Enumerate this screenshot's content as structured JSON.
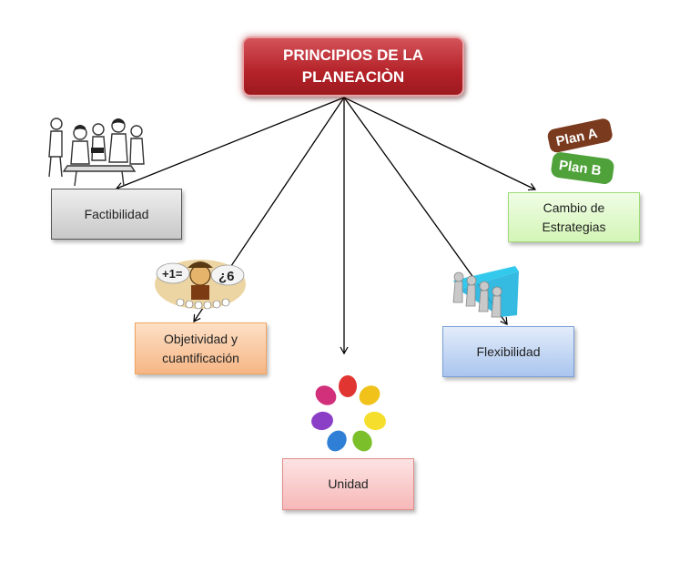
{
  "root": {
    "line1": "PRINCIPIOS DE LA",
    "line2": "PLANEACIÒN"
  },
  "nodes": {
    "factibilidad": {
      "label": "Factibilidad"
    },
    "objetividad": {
      "line1": "Objetividad y",
      "line2": "cuantificación"
    },
    "unidad": {
      "label": "Unidad"
    },
    "flexibilidad": {
      "label": "Flexibilidad"
    },
    "cambio": {
      "line1": "Cambio de",
      "line2": "Estrategias"
    }
  },
  "images": {
    "math": {
      "left_text": "+1=",
      "right_text": "¿6"
    },
    "plans": {
      "plan_a": "Plan A",
      "plan_b": "Plan B"
    }
  },
  "colors": {
    "root": "#b42228",
    "factibilidad": "#d9d9d9",
    "objetividad": "#f8c49a",
    "unidad": "#f9c8c8",
    "flexibilidad": "#b9d1f2",
    "cambio": "#dff8cc"
  }
}
